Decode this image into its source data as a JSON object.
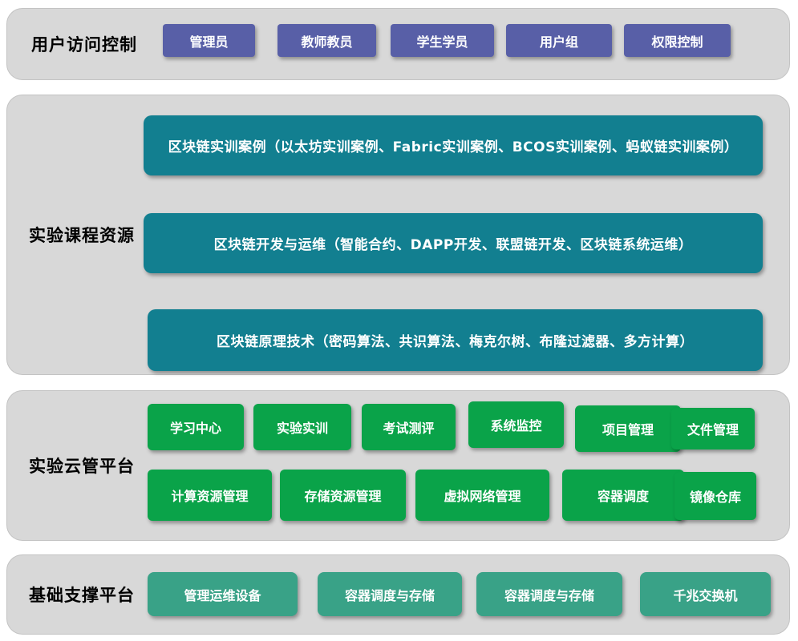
{
  "colors": {
    "band_background": "#d8d8d8",
    "access_node": "#585fa7",
    "course_bar": "#127f90",
    "cloud_node": "#0aa349",
    "infra_node": "#39a287",
    "node_text": "#ffffff",
    "label_text": "#000000"
  },
  "bands": {
    "access": {
      "label": "用户访问控制",
      "items": [
        "管理员",
        "教师教员",
        "学生学员",
        "用户组",
        "权限控制"
      ]
    },
    "courses": {
      "label": "实验课程资源",
      "bars": [
        "区块链实训案例（以太坊实训案例、Fabric实训案例、BCOS实训案例、蚂蚁链实训案例）",
        "区块链开发与运维（智能合约、DAPP开发、联盟链开发、区块链系统运维）",
        "区块链原理技术（密码算法、共识算法、梅克尔树、布隆过滤器、多方计算）"
      ]
    },
    "cloud": {
      "label": "实验云管平台",
      "row1": [
        "学习中心",
        "实验实训",
        "考试测评",
        "系统监控",
        "项目管理",
        "文件管理"
      ],
      "row2": [
        "计算资源管理",
        "存储资源管理",
        "虚拟网络管理",
        "容器调度",
        "镜像仓库"
      ]
    },
    "infra": {
      "label": "基础支撑平台",
      "items": [
        "管理运维设备",
        "容器调度与存储",
        "容器调度与存储",
        "千兆交换机"
      ]
    }
  }
}
